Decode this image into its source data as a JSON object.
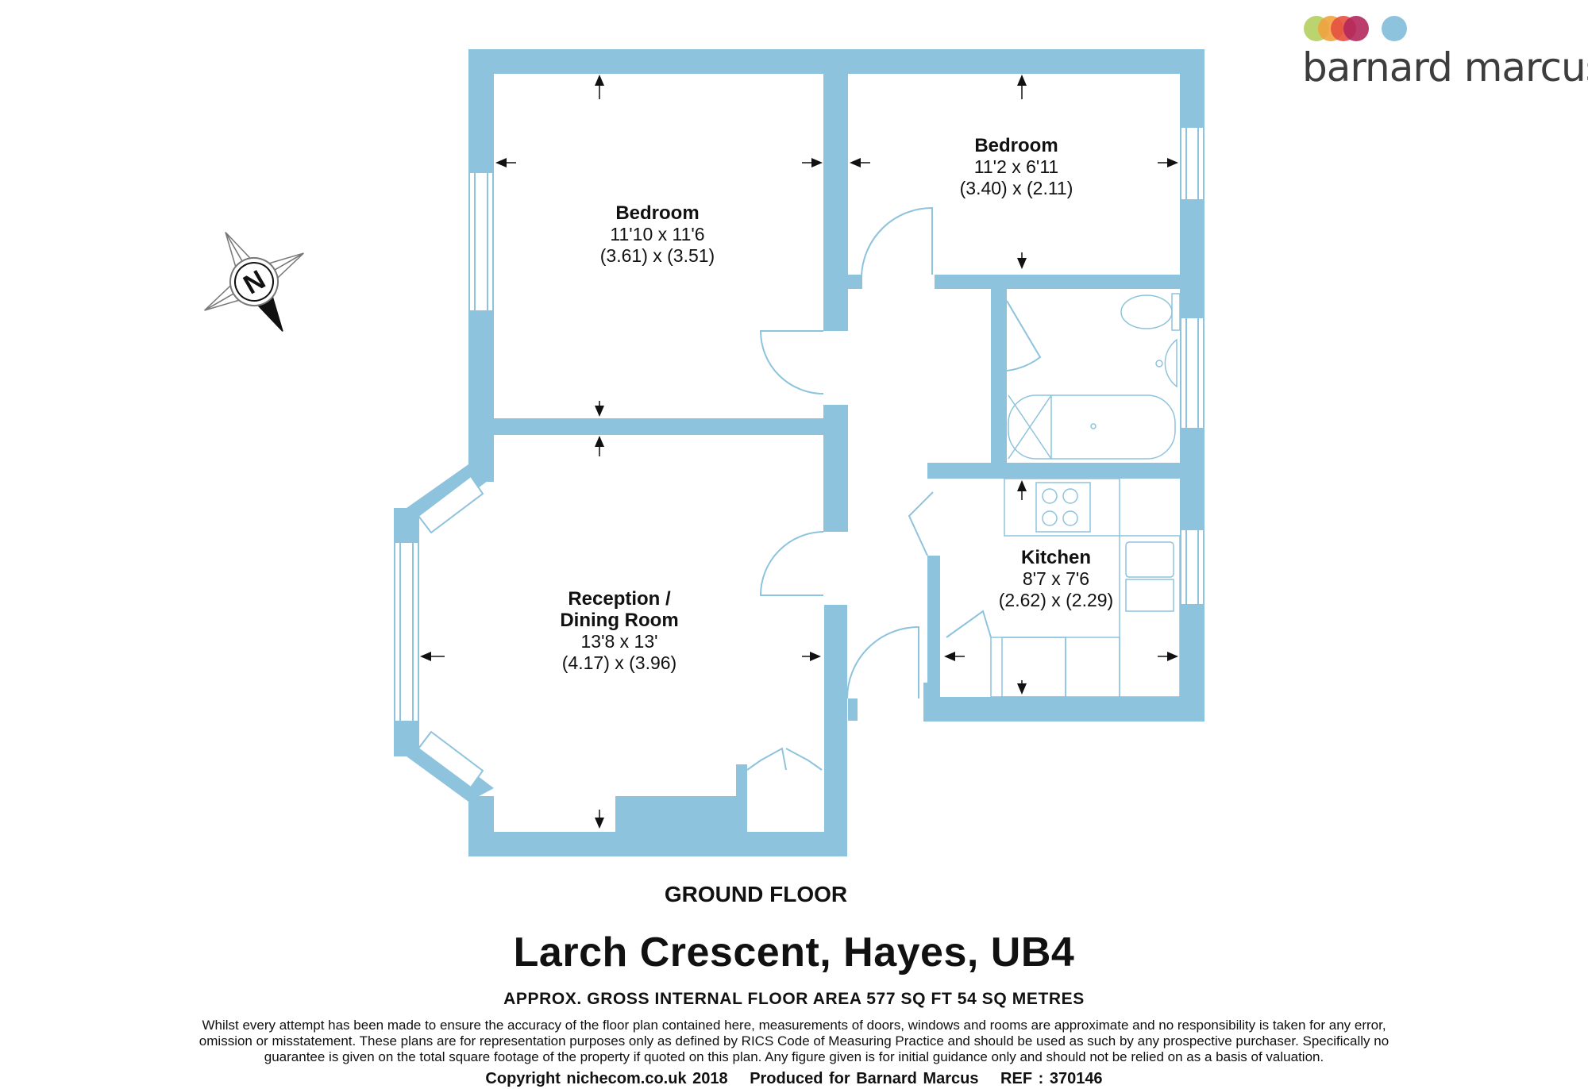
{
  "brand": {
    "name": "barnard marcus",
    "dot_colors": [
      "#b4cf5f",
      "#f0a23e",
      "#e6503f",
      "#b4285c",
      "#8ec3dd"
    ]
  },
  "colors": {
    "wall": "#8ec3dd",
    "fixture_line": "#8ec3dd",
    "text": "#111111"
  },
  "rooms": [
    {
      "name": "Bedroom",
      "imperial": "11'10 x 11'6",
      "metric": "(3.61) x (3.51)"
    },
    {
      "name": "Bedroom",
      "imperial": "11'2 x 6'11",
      "metric": "(3.40) x (2.11)"
    },
    {
      "name": "Reception /",
      "name2": "Dining Room",
      "imperial": "13'8 x 13'",
      "metric": "(4.17) x (3.96)"
    },
    {
      "name": "Kitchen",
      "imperial": "8'7 x 7'6",
      "metric": "(2.62) x (2.29)"
    }
  ],
  "compass": {
    "label": "N",
    "icon": "compass-icon"
  },
  "floor_label": "GROUND FLOOR",
  "title": "Larch Crescent, Hayes, UB4",
  "area_line": "APPROX. GROSS INTERNAL FLOOR AREA 577 SQ FT 54 SQ METRES",
  "disclaimer": "Whilst every attempt has been made to ensure the accuracy of the floor plan contained here, measurements of doors, windows and rooms are approximate and no responsibility is taken for any error, omission or misstatement. These plans are for representation purposes only as defined by RICS Code of Measuring Practice and should be used as such by any prospective purchaser. Specifically no guarantee is given on the total square footage of the property if quoted on this plan. Any figure given is for initial guidance only and should not be relied on as a basis of valuation.",
  "footer": {
    "copyright": "Copyright nichecom.co.uk 2018",
    "produced": "Produced for Barnard Marcus",
    "ref": "REF : 370146"
  }
}
